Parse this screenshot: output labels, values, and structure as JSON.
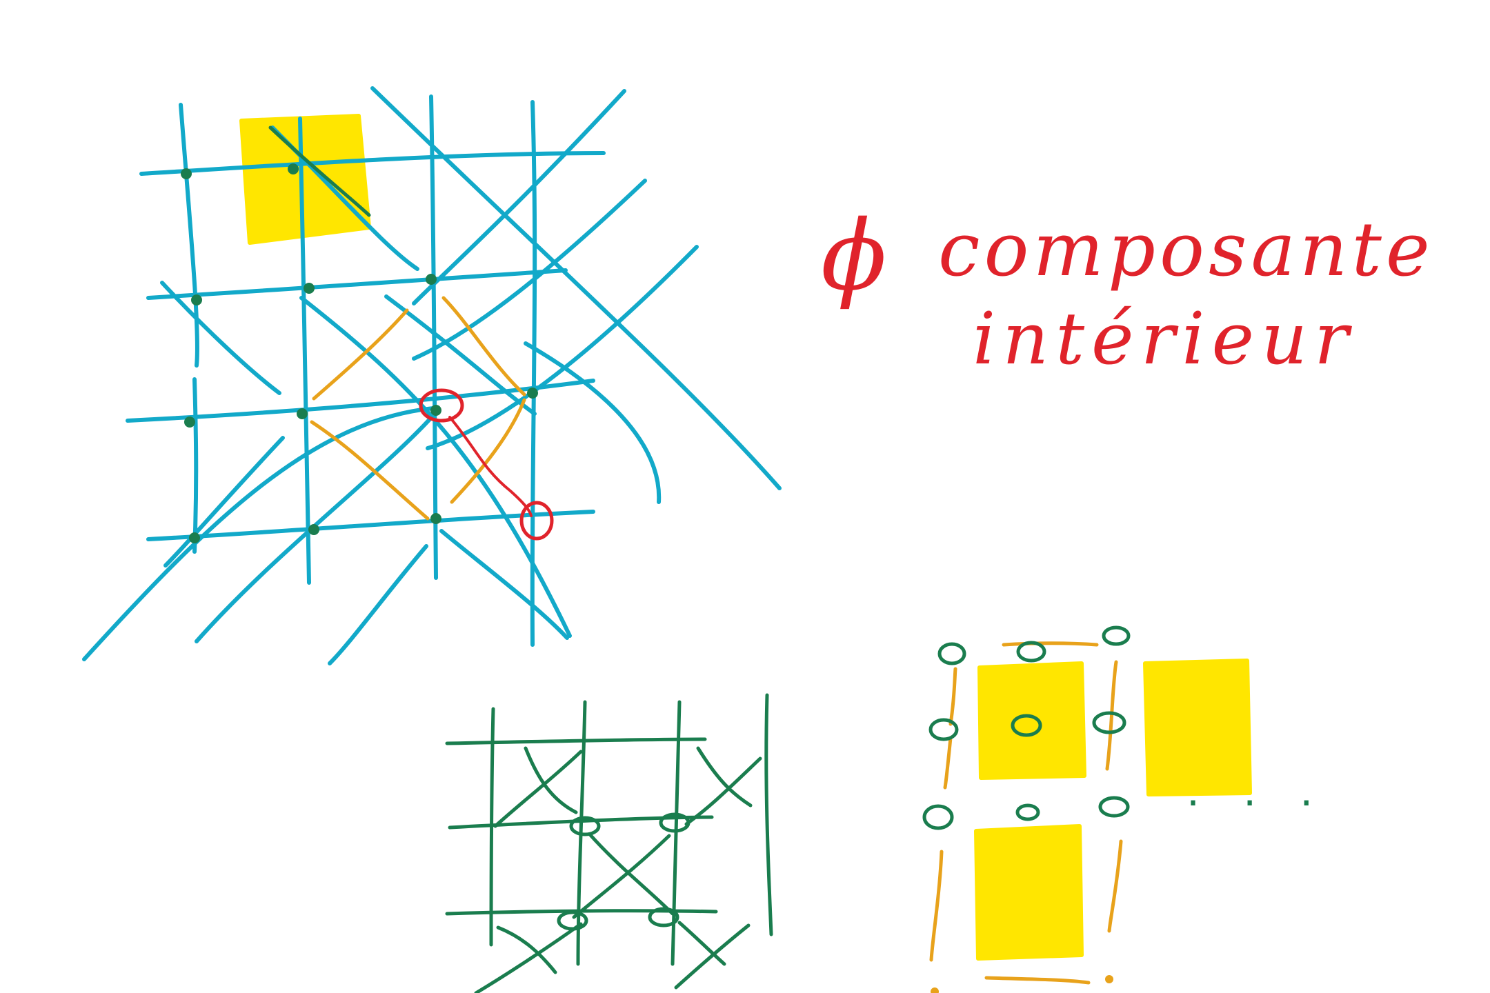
{
  "annotation": {
    "symbol": "ϕ",
    "line1": "composante",
    "line2": "intérieur"
  },
  "ellipsis": "· · ·",
  "colors": {
    "grid": "#12a9c9",
    "accent": "#e8a21b",
    "node": "#1a7d4e",
    "highlight": "#ffe600",
    "annotation": "#e0232b"
  }
}
